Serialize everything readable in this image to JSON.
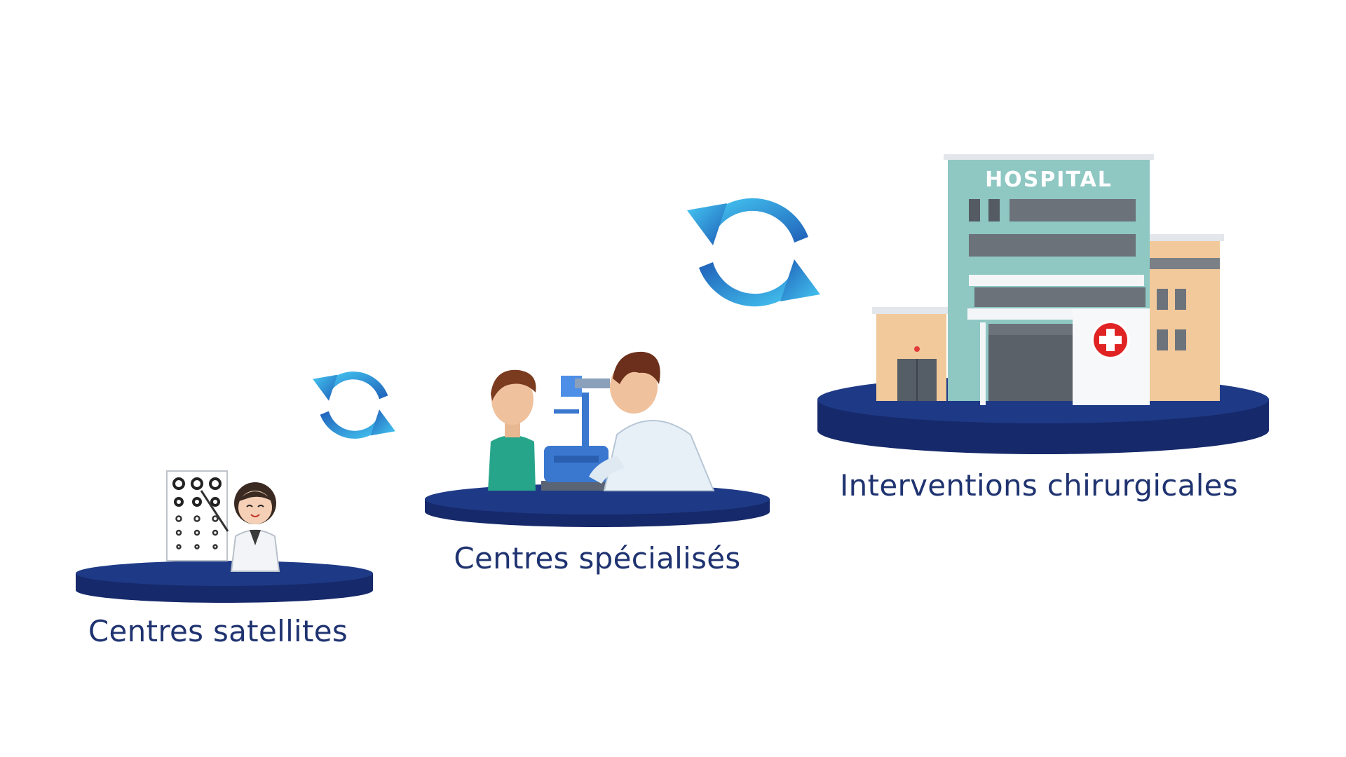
{
  "colors": {
    "platform_top": "#1e3a86",
    "platform_side": "#16296a",
    "label": "#1f3370",
    "cycle_light": "#3cc1ee",
    "cycle_dark": "#1f5fb8"
  },
  "stages": [
    {
      "label": "Centres satellites"
    },
    {
      "label": "Centres spécialisés"
    },
    {
      "label": "Interventions chirurgicales"
    }
  ],
  "hospital": {
    "sign": "HOSPITAL"
  },
  "icons": [
    "eye-chart-icon",
    "ophthalmologist-icon",
    "patient-boy-icon",
    "slit-lamp-icon",
    "hospital-building-icon",
    "red-cross-icon",
    "cycle-arrows-icon"
  ]
}
